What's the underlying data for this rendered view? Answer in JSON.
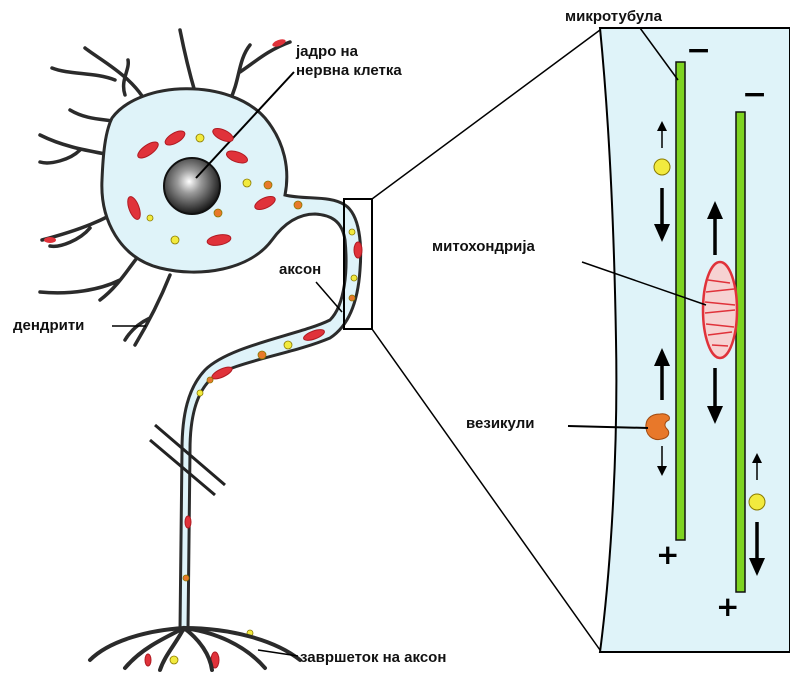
{
  "labels": {
    "nucleus_line1": "јадро на",
    "nucleus_line2": "нервна клетка",
    "axon": "аксон",
    "dendrites": "дендрити",
    "axon_terminal": "завршеток на аксон",
    "microtubule": "микротубула",
    "mitochondrion": "митохондрија",
    "vesicles": "везикули"
  },
  "polarity": {
    "minus": "−",
    "plus": "+"
  },
  "colors": {
    "cytoplasm": "#dff3f9",
    "outline": "#2b2b2b",
    "mitochondria": "#e0323a",
    "vesicle_yellow": "#f2ea3e",
    "vesicle_orange": "#e8782a",
    "microtubule": "#7ed321",
    "nucleus": "#2a2a2a"
  }
}
